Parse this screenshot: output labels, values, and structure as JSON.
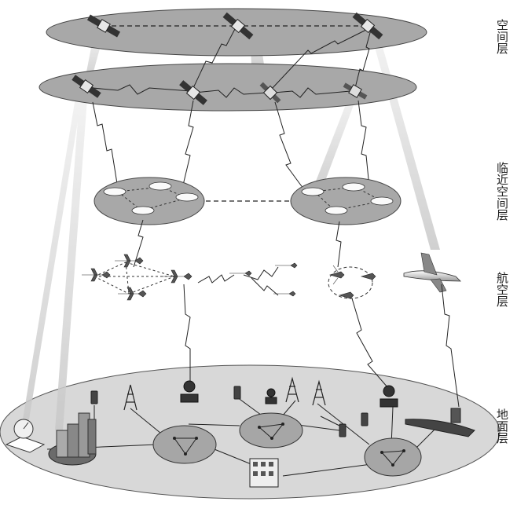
{
  "layers": {
    "space": "空间层",
    "near_space": "临近空间层",
    "aviation": "航空层",
    "ground": "地面层"
  },
  "colors": {
    "ellipse_fill": "#a6a6a6",
    "ground_fill": "#d9d9d9",
    "link": "#333333",
    "beam": "#cfcfcf"
  }
}
